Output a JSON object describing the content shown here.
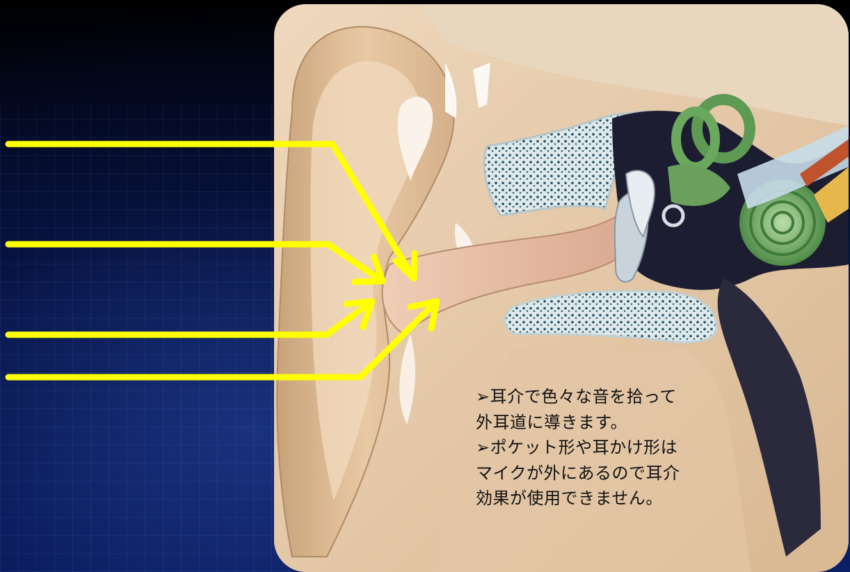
{
  "caption": {
    "bullet": "➢",
    "lines": [
      "耳介で色々な音を拾って",
      "外耳道に導きます。",
      "ポケット形や耳かけ形は",
      "マイクが外にあるので耳介",
      "効果が使用できません。"
    ]
  },
  "colors": {
    "background": "#000000",
    "background_grid": "#0a1f66",
    "arrow": "#ffff00",
    "skin": "#e9cfb1",
    "skin_shadow": "#c9a783",
    "bone": "#d7e2e2",
    "bone_dots": "#1e4a5c",
    "inner_ear_green": "#6aa05c",
    "cavity": "#1a1a2e"
  },
  "icons": {
    "caption_bullet": "arrowhead-bullet-icon",
    "sound_arrows": "arrow-icon"
  }
}
